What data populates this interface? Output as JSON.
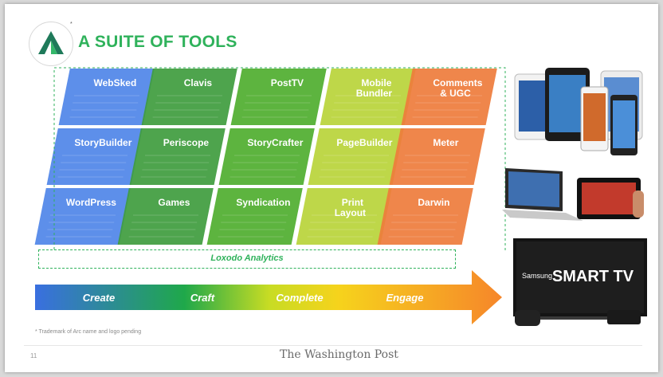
{
  "title": "A SUITE OF TOOLS",
  "logo": {
    "registered_mark": "*"
  },
  "tools": [
    [
      "WebSked",
      "Clavis",
      "PostTV",
      "Mobile\nBundler",
      "Comments\n& UGC"
    ],
    [
      "StoryBuilder",
      "Periscope",
      "StoryCrafter",
      "PageBuilder",
      "Meter"
    ],
    [
      "WordPress",
      "Games",
      "Syndication",
      "Print\nLayout",
      "Darwin"
    ]
  ],
  "analytics_label": "Loxodo Analytics",
  "stages": [
    "Create",
    "Craft",
    "Complete",
    "Engage"
  ],
  "footnote": "* Trademark of Arc name and logo pending",
  "page_number": "11",
  "footer_brand": "The Washington Post",
  "tv": {
    "brand": "Samsung",
    "logo_text": "SMART TV"
  },
  "colors": {
    "accent_green": "#2fb25b",
    "column_colors": [
      "#4f86e8",
      "#3f9c3e",
      "#4fae2f",
      "#b9d43a",
      "#ee7c3c"
    ]
  }
}
